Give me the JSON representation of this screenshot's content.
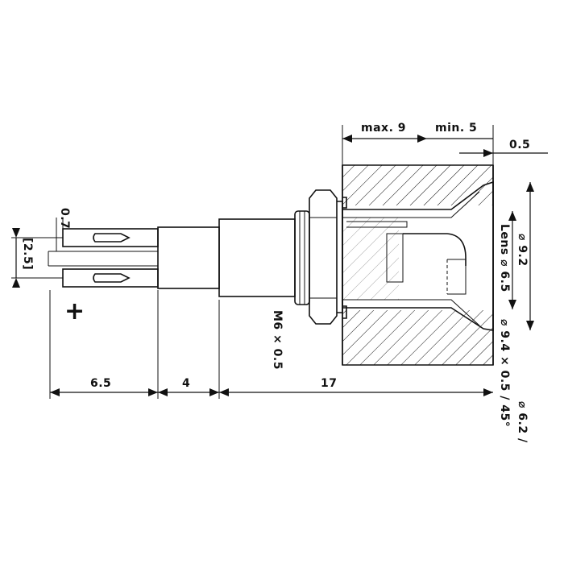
{
  "dimensions": {
    "max_9": "max. 9",
    "min_5": "min. 5",
    "d_0_5": "0.5",
    "d_0_7": "0.7",
    "d_2_5": "[2.5]",
    "d_6_5": "6.5",
    "d_4": "4",
    "d_17": "17",
    "thread": "M6 × 0.5",
    "dia_9_2": "⌀ 9.2",
    "lens_6_5": "Lens ⌀ 6.5",
    "dia_9_4": "⌀ 9.4 × 0.5 / 45°",
    "dia_6_2": "⌀ 6.2 /"
  },
  "polarity": "+",
  "colors": {
    "ink": "#111111",
    "paper": "#ffffff"
  }
}
